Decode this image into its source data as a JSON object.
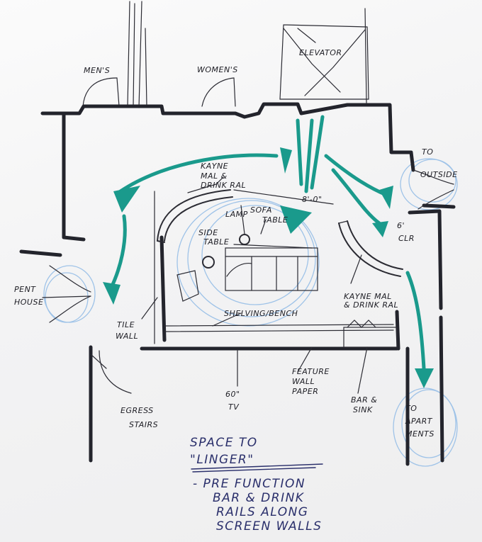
{
  "labels": {
    "mens": "MEN'S",
    "womens": "WOMEN'S",
    "elevator": "ELEVATOR",
    "to_outside_1": "TO",
    "to_outside_2": "OUTSIDE",
    "kayne_rail_top_1": "KAYNE",
    "kayne_rail_top_2": "MAL &",
    "kayne_rail_top_3": "DRINK RAL",
    "lamp": "LAMP",
    "sofa_table_1": "SOFA",
    "sofa_table_2": "TABLE",
    "side_table_1": "SIDE",
    "side_table_2": "TABLE",
    "dimension_8ft": "8'-0\"",
    "clr_1": "6'",
    "clr_2": "CLR",
    "penthouse_1": "PENT",
    "penthouse_2": "HOUSE",
    "shelving_bench": "SHELVING/BENCH",
    "kayne_rail_right_1": "KAYNE MAL",
    "kayne_rail_right_2": "& DRINK RAL",
    "tile_wall_1": "TILE",
    "tile_wall_2": "WALL",
    "feature_wall_1": "FEATURE",
    "feature_wall_2": "WALL",
    "feature_wall_3": "PAPER",
    "egress_1": "EGRESS",
    "egress_2": "STAIRS",
    "tv_1": "60\"",
    "tv_2": "TV",
    "bar_sink_1": "BAR &",
    "bar_sink_2": "SINK",
    "to_apartments_1": "TO",
    "to_apartments_2": "APART",
    "to_apartments_3": "MENTS",
    "note_1": "SPACE TO",
    "note_2": "\"LINGER\"",
    "note_3": "- PRE FUNCTION",
    "note_4": "BAR & DRINK",
    "note_5": "RAILS ALONG",
    "note_6": "SCREEN WALLS"
  },
  "colors": {
    "wall": "#23242c",
    "circulation": "#1a9a8c",
    "highlight": "#9fc3e8",
    "note_ink": "#2a2f6b"
  }
}
